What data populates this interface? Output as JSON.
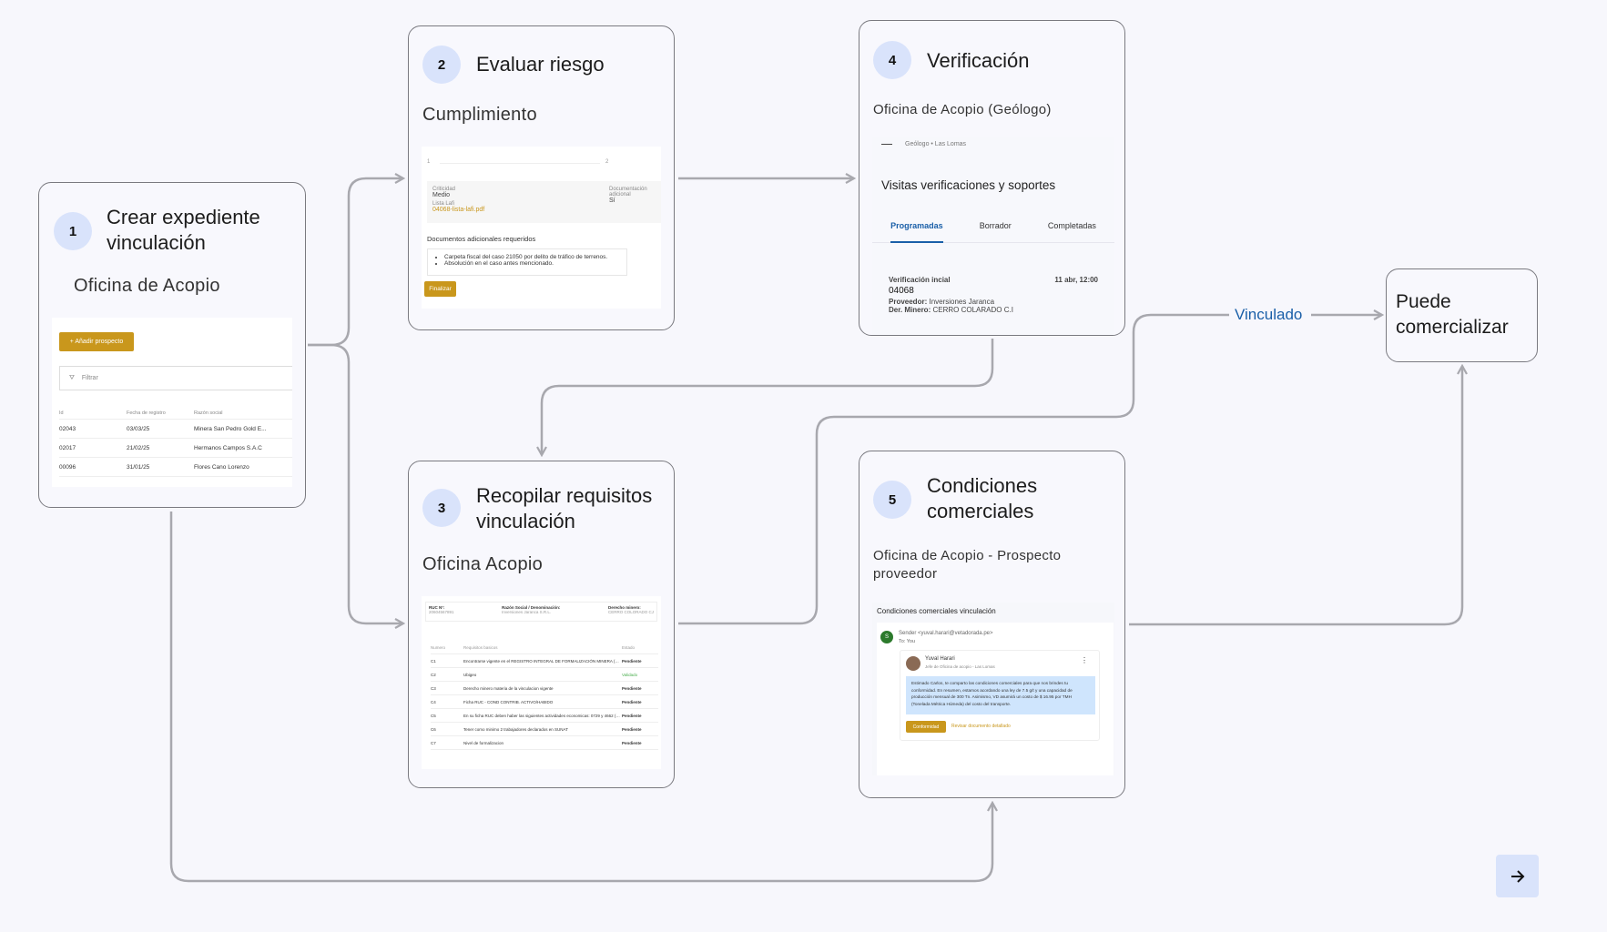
{
  "steps": {
    "s1": {
      "number": "1",
      "title": "Crear expediente vinculación",
      "subtitle": "Oficina de Acopio",
      "add_button": "+ Añadir prospecto",
      "filter_placeholder": "Filtrar",
      "columns": [
        "Id",
        "Fecha de registro",
        "Razón social"
      ],
      "rows": [
        [
          "02043",
          "03/03/25",
          "Minera San Pedro Gold E..."
        ],
        [
          "02017",
          "21/02/25",
          "Hermanos Campos S.A.C"
        ],
        [
          "00096",
          "31/01/25",
          "Flores Cano Lorenzo"
        ]
      ]
    },
    "s2": {
      "number": "2",
      "title": "Evaluar riesgo",
      "subtitle": "Cumplimiento",
      "stepper": [
        "1",
        "2"
      ],
      "fields": {
        "criticidad_label": "Criticidad",
        "criticidad": "Medio",
        "doc_label": "Documentación adicional",
        "doc": "Sí",
        "lafi_label": "Lista Lafi",
        "lafi_file": "04068-lista-lafi.pdf"
      },
      "docs_heading": "Documentos adicionales requeridos",
      "docs": [
        "Carpeta fiscal del caso 21050 por delito de tráfico de terrenos.",
        "Absolución en el caso antes mencionado."
      ],
      "finish_button": "Finalizar"
    },
    "s3": {
      "number": "3",
      "title": "Recopilar requisitos vinculación",
      "subtitle": "Oficina Acopio",
      "header": {
        "ruc_label": "RUC N°:",
        "ruc": "20604567891",
        "razon_label": "Razón Social / Denominación:",
        "razon": "Inversiones Jaranca S.R.L.",
        "derecho_label": "Derecho minero:",
        "derecho": "CERRO COLORADO CJ"
      },
      "columns": [
        "Numero",
        "Requisitos basicos",
        "Estado"
      ],
      "rows": [
        [
          "C1",
          "Encontrarse vigente en el REGISTRO INTEGRAL DE FORMALIZACIÓN MINERA (REINFO)",
          "Pendiente"
        ],
        [
          "C2",
          "Ubigeo",
          "Validado"
        ],
        [
          "C3",
          "Derecho minero materia de la vinculacion vigente",
          "Pendiente"
        ],
        [
          "C4",
          "Ficha RUC - COND CONTRIB. ACTIVO/HABIDO",
          "Pendiente"
        ],
        [
          "C5",
          "En su ficha RUC deben haber las siguientes actividades economicas: 0729 y 4662 (Excepcion...",
          "Pendiente"
        ],
        [
          "C6",
          "Tener como minimo 2 trabajadores declarados en SUNAT",
          "Pendiente"
        ],
        [
          "C7",
          "Nivel de formalizacion",
          "Pendiente"
        ]
      ]
    },
    "s4": {
      "number": "4",
      "title": "Verificación",
      "subtitle": "Oficina de Acopio (Geólogo)",
      "app_header": "Geólogo • Las Lomas",
      "app_title": "Visitas verificaciones y soportes",
      "tabs": [
        "Programadas",
        "Borrador",
        "Completadas"
      ],
      "item": {
        "type": "Verificación incial",
        "id": "04068",
        "date": "11 abr, 12:00",
        "provider_label": "Proveedor:",
        "provider": "Inversiones Jaranca",
        "der_label": "Der. Minero:",
        "der": "CERRO COLARADO C.I"
      }
    },
    "s5": {
      "number": "5",
      "title": "Condiciones comerciales",
      "subtitle": "Oficina de Acopio -  Prospecto proveedor",
      "mail_subject": "Condiciones comerciales vinculación",
      "sender_initial": "S",
      "sender": "Sender <yuval.harari@vetadorada.pe>",
      "to": "To: You",
      "author": "Yuval Harari",
      "author_role": "Jefe de Oficina de acopio - Las Lomas",
      "message": "Estimado Carlos, te comparto las condiciones comerciales para que nos brindes tu conformidad. En resumen, estamos acordando una ley de 7.5 g/t y una capacidad de producción mensual de 300 Tn. Asimismo, VD asumirá un costo de $ 16.95 por TMH (Tonelada Métrica Húmeda) del costo del transporte.",
      "confirm_button": "Conformidad",
      "review_link": "Revisar documento detallado"
    },
    "s6": {
      "title": "Puede comercializar"
    }
  },
  "edge_label": "Vinculado",
  "next_icon": "arrow-right-icon",
  "colors": {
    "accent_gold": "#c9971c",
    "link_blue": "#1a5fa8",
    "step_badge": "#d9e3fb",
    "connector": "#a8a8ae"
  }
}
